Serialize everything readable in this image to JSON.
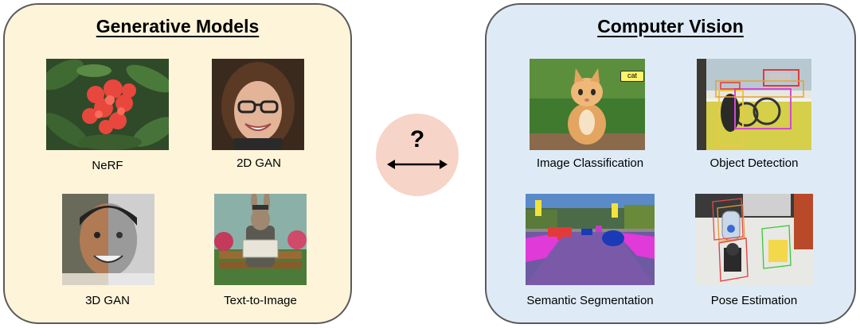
{
  "generative": {
    "title": "Generative Models",
    "items": [
      {
        "caption": "NeRF",
        "image": "red-flower-photo"
      },
      {
        "caption": "2D GAN",
        "image": "smiling-woman-portrait"
      },
      {
        "caption": "3D GAN",
        "image": "half-color-half-grayscale-face"
      },
      {
        "caption": "Text-to-Image",
        "image": "rabbit-reading-newspaper-on-bench"
      }
    ]
  },
  "center": {
    "symbol": "?",
    "arrow": "double-headed-arrow"
  },
  "vision": {
    "title": "Computer Vision",
    "items": [
      {
        "caption": "Image Classification",
        "image": "kitten-photo",
        "tag": "cat"
      },
      {
        "caption": "Object Detection",
        "image": "porch-dog-bicycle-with-boxes"
      },
      {
        "caption": "Semantic Segmentation",
        "image": "segmented-street-scene"
      },
      {
        "caption": "Pose Estimation",
        "image": "objects-with-3d-boxes"
      }
    ]
  },
  "colors": {
    "generative_panel": "#fdf4da",
    "vision_panel": "#deebf7",
    "center_circle": "#f7d4c8"
  }
}
